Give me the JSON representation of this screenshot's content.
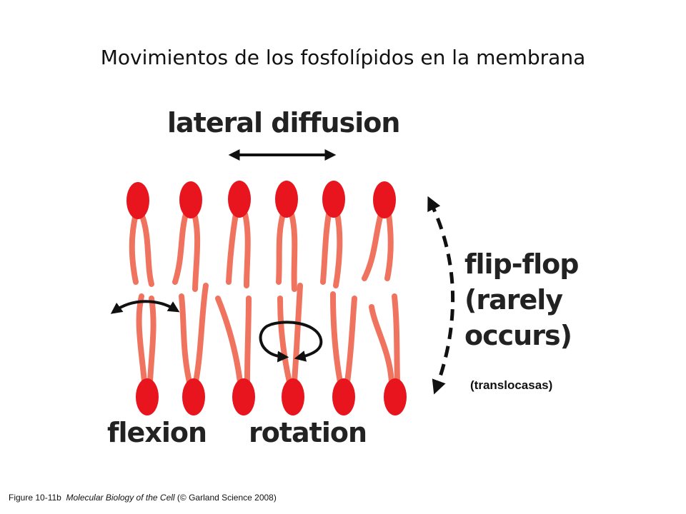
{
  "title": "Movimientos de los fosfolípidos en la membrana",
  "labels": {
    "lateral_diffusion": "lateral diffusion",
    "flip_flop_line1": "flip-flop",
    "flip_flop_line2": "(rarely",
    "flip_flop_line3": "occurs)",
    "translocasas": "(translocasas)",
    "flexion": "flexion",
    "rotation": "rotation"
  },
  "caption": {
    "prefix": "Figure 10-11b",
    "book": "Molecular Biology of the Cell",
    "suffix": "(© Garland Science 2008)"
  },
  "colors": {
    "head": "#e8141e",
    "tail": "#f0735f",
    "arrow": "#111111",
    "text": "#222222"
  },
  "lipid_counts": {
    "upper_leaflet": 6,
    "lower_leaflet": 6
  }
}
